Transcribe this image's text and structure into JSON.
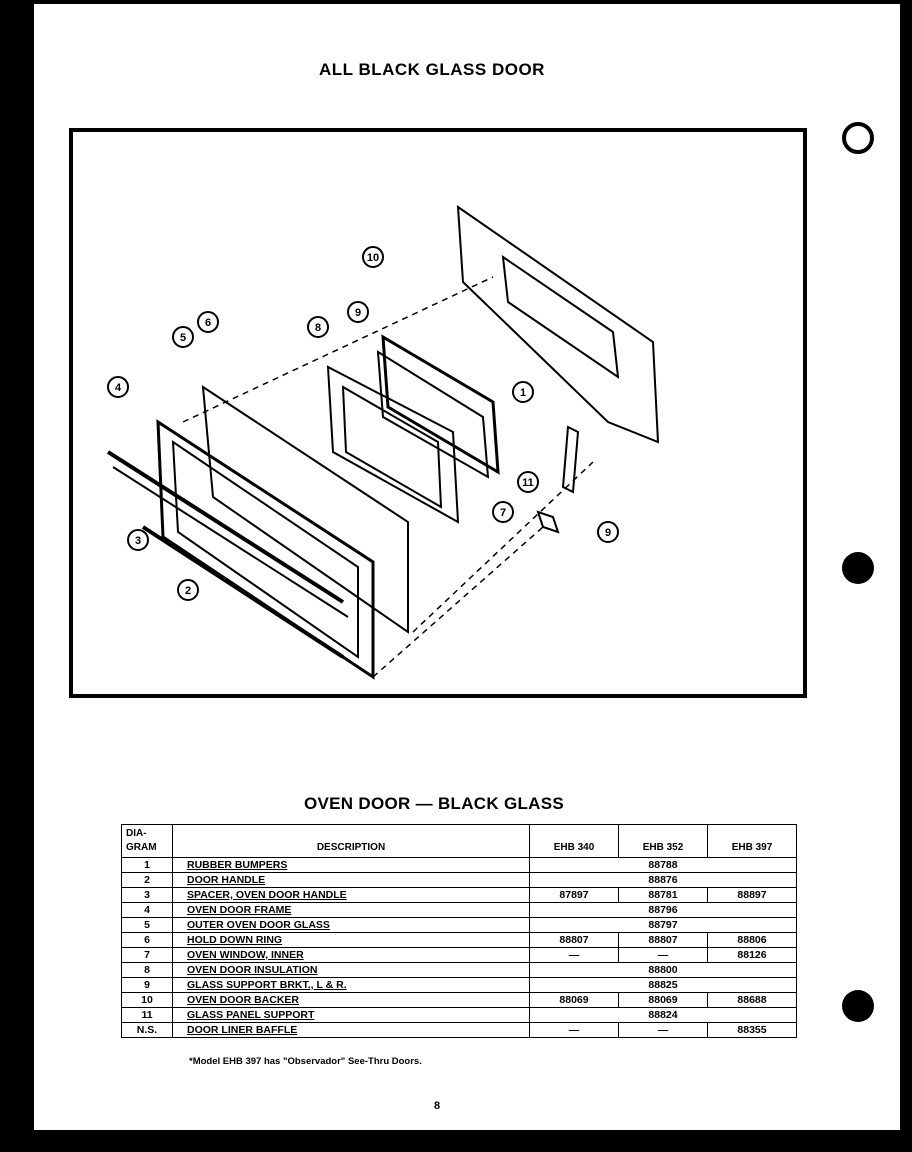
{
  "title": "ALL BLACK GLASS DOOR",
  "section_title": "OVEN DOOR — BLACK GLASS",
  "callouts": [
    "10",
    "9",
    "8",
    "6",
    "5",
    "4",
    "1",
    "11",
    "7",
    "9",
    "3",
    "2"
  ],
  "table": {
    "headers": [
      "DIA-\nGRAM",
      "DESCRIPTION",
      "EHB 340",
      "EHB 352",
      "EHB 397"
    ],
    "rows": [
      {
        "num": "1",
        "desc": "RUBBER BUMPERS",
        "merged": "88788"
      },
      {
        "num": "2",
        "desc": "DOOR HANDLE",
        "merged": "88876"
      },
      {
        "num": "3",
        "desc": "SPACER, OVEN DOOR HANDLE",
        "a": "87897",
        "b": "88781",
        "c": "88897"
      },
      {
        "num": "4",
        "desc": "OVEN DOOR FRAME",
        "merged": "88796"
      },
      {
        "num": "5",
        "desc": "OUTER OVEN DOOR GLASS",
        "merged": "88797"
      },
      {
        "num": "6",
        "desc": "HOLD DOWN RING",
        "a": "88807",
        "b": "88807",
        "c": "88806"
      },
      {
        "num": "7",
        "desc": "OVEN WINDOW, INNER",
        "a": "—",
        "b": "—",
        "c": "88126"
      },
      {
        "num": "8",
        "desc": "OVEN DOOR INSULATION",
        "merged": "88800"
      },
      {
        "num": "9",
        "desc": "GLASS SUPPORT BRKT., L & R.",
        "merged": "88825"
      },
      {
        "num": "10",
        "desc": "OVEN DOOR BACKER",
        "a": "88069",
        "b": "88069",
        "c": "88688"
      },
      {
        "num": "11",
        "desc": "GLASS PANEL SUPPORT",
        "merged": "88824"
      },
      {
        "num": "N.S.",
        "desc": "DOOR LINER BAFFLE",
        "a": "—",
        "b": "—",
        "c": "88355"
      }
    ]
  },
  "footnote": "*Model EHB 397 has \"Observador\" See-Thru Doors.",
  "page_number": "8"
}
